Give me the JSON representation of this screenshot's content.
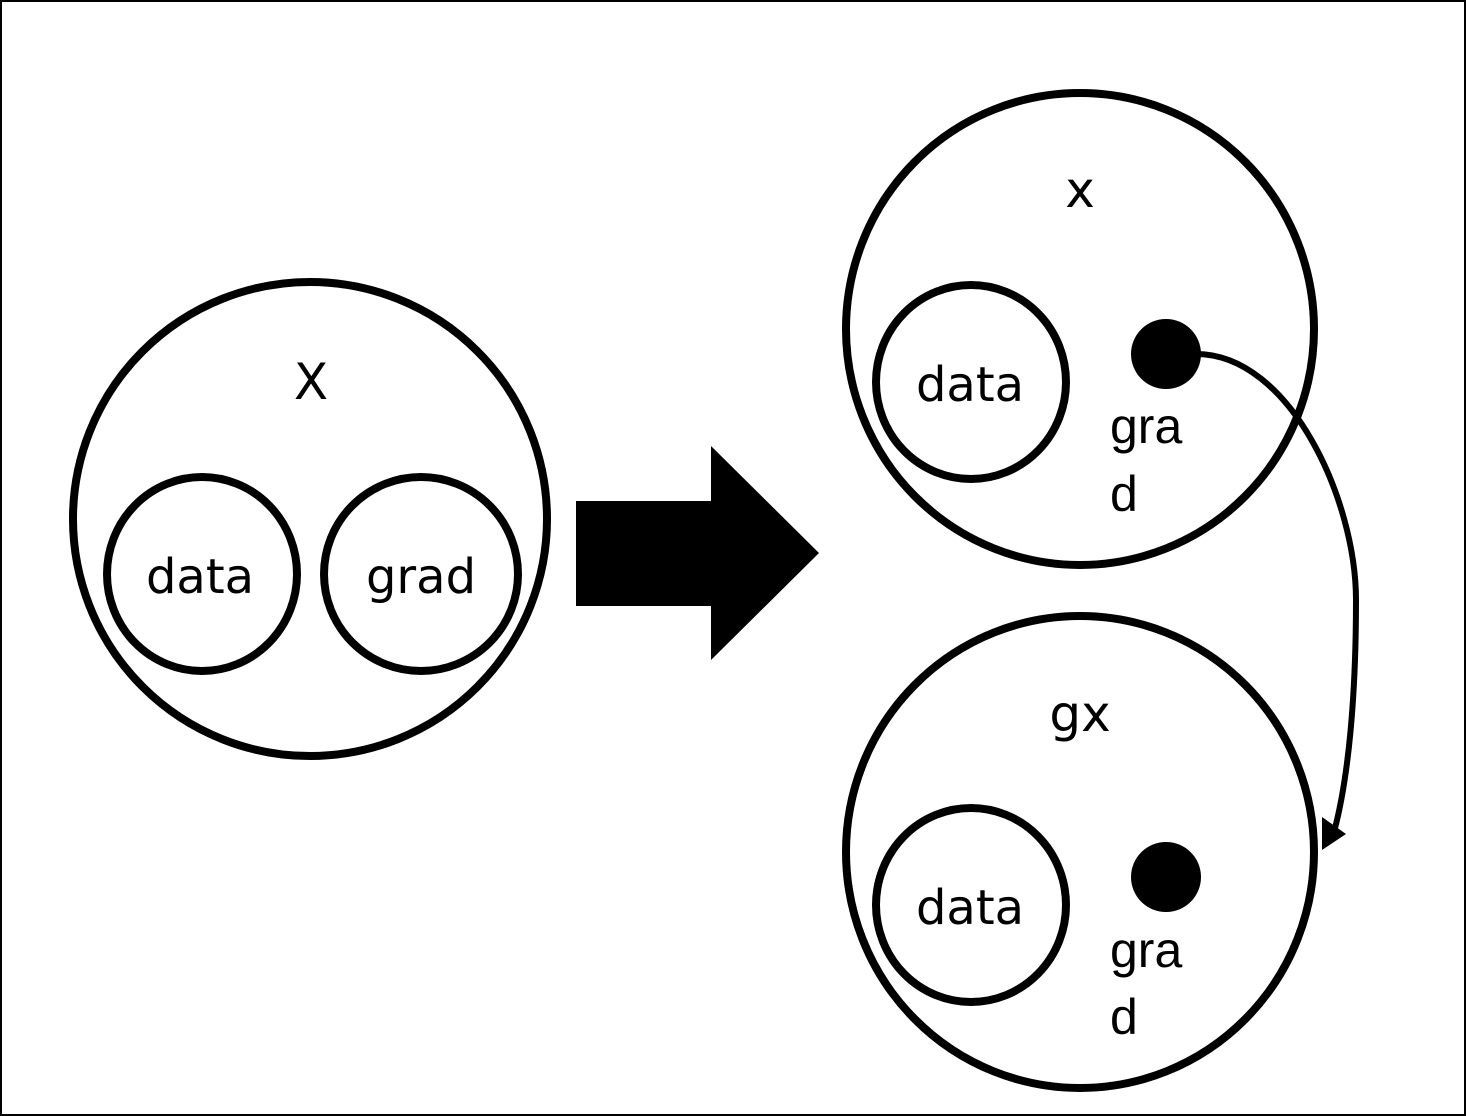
{
  "colors": {
    "stroke": "#000000",
    "background": "#ffffff"
  },
  "left_variable": {
    "name": "X",
    "data_label": "data",
    "grad_label": "grad"
  },
  "arrow": {
    "icon": "right-arrow-icon"
  },
  "right_top_variable": {
    "name": "x",
    "data_label": "data",
    "grad_label_line1": "gra",
    "grad_label_line2": "d"
  },
  "right_bottom_variable": {
    "name": "gx",
    "data_label": "data",
    "grad_label_line1": "gra",
    "grad_label_line2": "d"
  },
  "link": {
    "from": "x.grad",
    "to": "gx"
  }
}
